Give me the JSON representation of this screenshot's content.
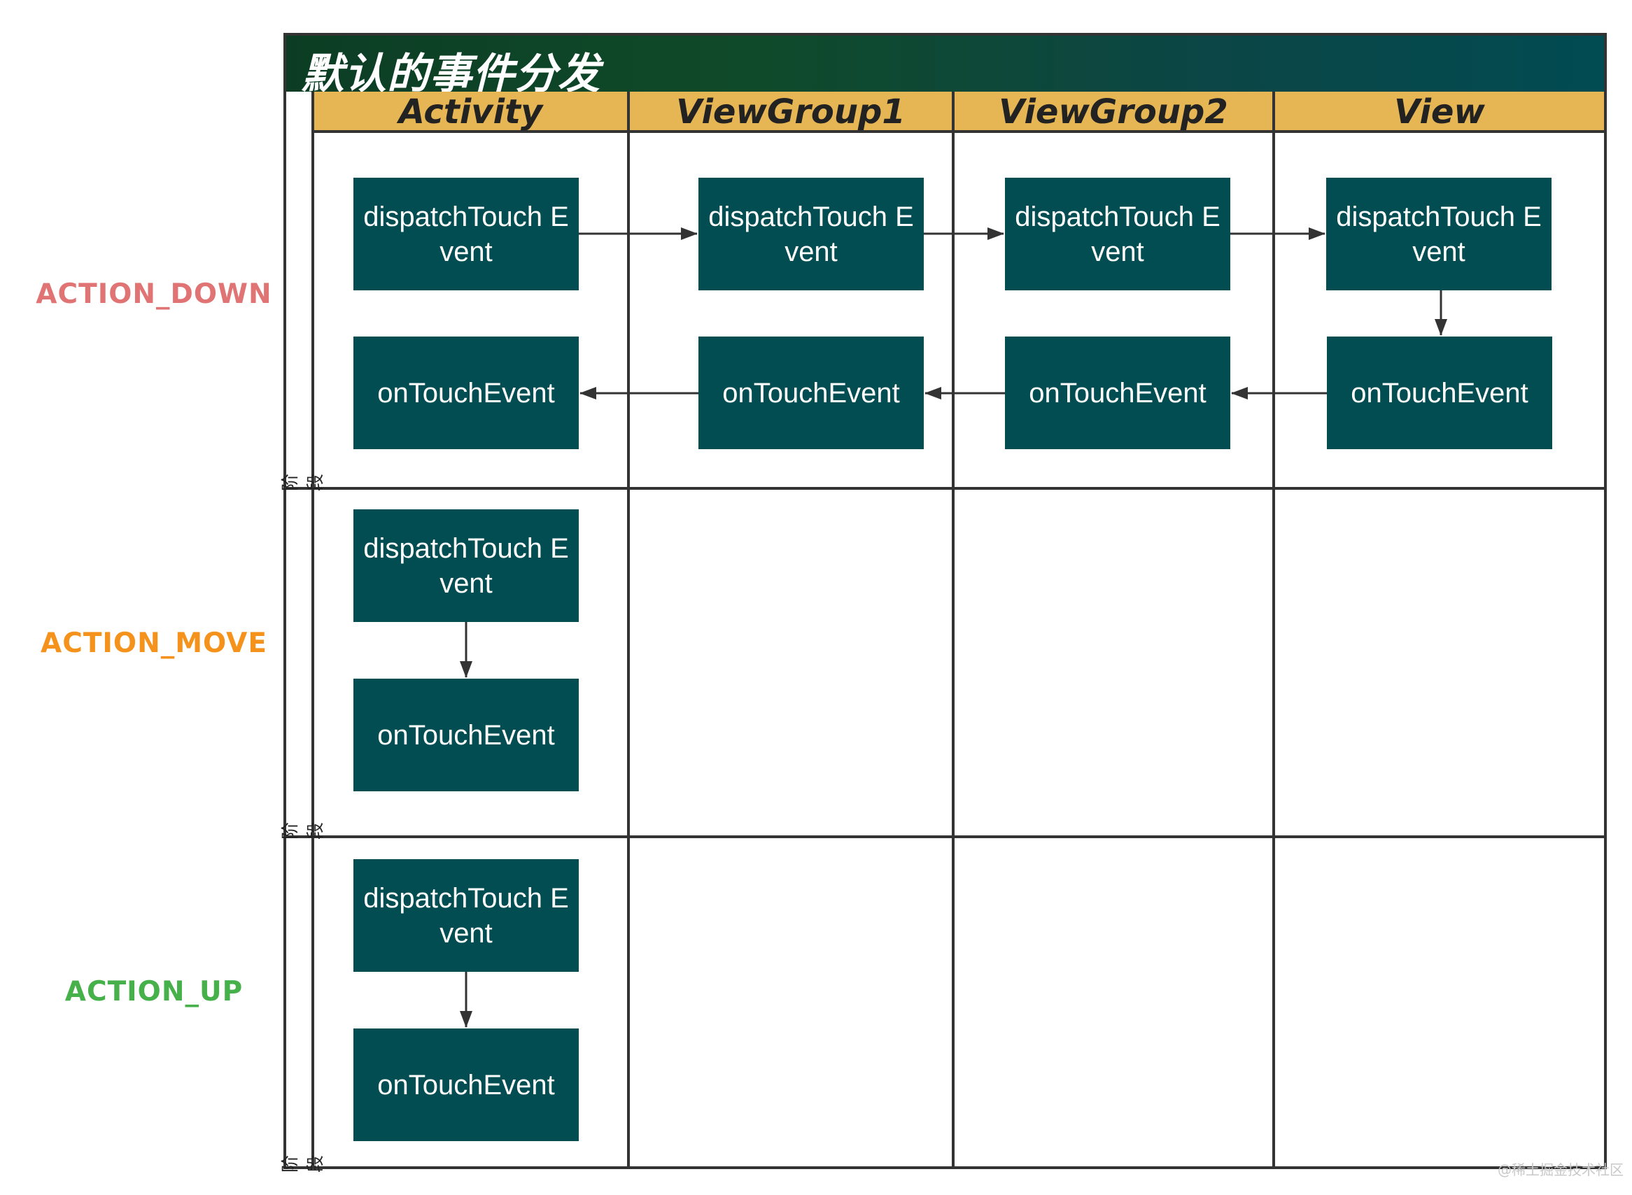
{
  "title": "默认的事件分发",
  "lanes": [
    "Activity",
    "ViewGroup1",
    "ViewGroup2",
    "View"
  ],
  "phases": [
    {
      "label": "ACTION_DOWN",
      "color": "#e07474",
      "stage_label": "阶段"
    },
    {
      "label": "ACTION_MOVE",
      "color": "#f5921b",
      "stage_label": "阶段"
    },
    {
      "label": "ACTION_UP",
      "color": "#46b04a",
      "stage_label": "阶段"
    }
  ],
  "boxes": {
    "dispatch": "dispatchTouch Event",
    "ontouch": "onTouchEvent"
  },
  "watermark": "@稀土掘金技术社区",
  "colors": {
    "box": "#014d52",
    "lane_header": "#e6b654",
    "title_bar": "#0f4a2a",
    "frame": "#333333"
  }
}
